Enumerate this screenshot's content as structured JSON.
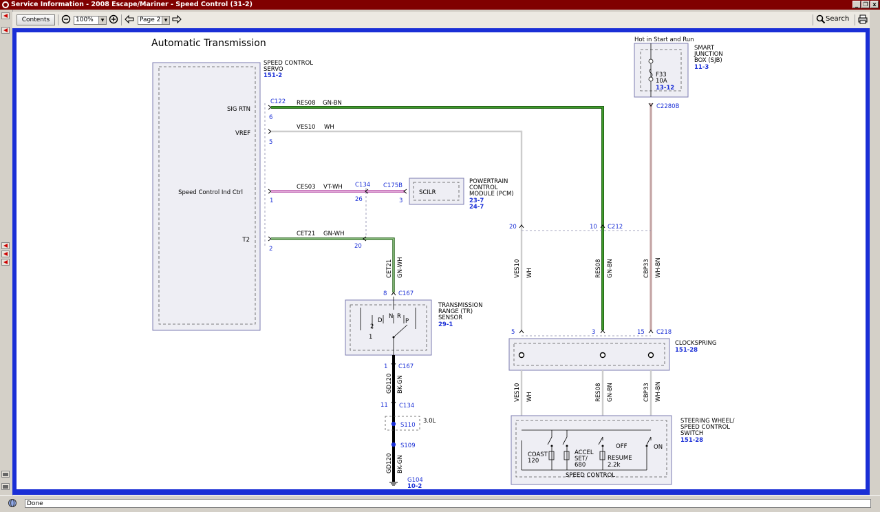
{
  "window": {
    "title": "Service Information - 2008 Escape/Mariner - Speed Control (31-2)",
    "min_label": "_",
    "restore_label": "❐",
    "close_label": "x"
  },
  "toolbar": {
    "contents_label": "Contents",
    "zoom_value": "100%",
    "page_value": "Page 2",
    "search_label": "Search"
  },
  "status": {
    "text": "Done"
  },
  "diagram": {
    "title": "Automatic Transmission",
    "servo": {
      "name1": "SPEED CONTROL",
      "name2": "SERVO",
      "ref": "151-2"
    },
    "pins": {
      "sig_rtn": "SIG RTN",
      "vref": "VREF",
      "ind_ctrl": "Speed Control Ind Ctrl",
      "t2": "T2"
    },
    "c122": "C122",
    "pin6": "6",
    "pin5": "5",
    "pin1": "1",
    "pin2": "2",
    "res08_wire": "RES08",
    "gnbn": "GN-BN",
    "ves10_wire": "VES10",
    "wh": "WH",
    "ces03": "CES03",
    "vtwh": "VT-WH",
    "c134_top": "C134",
    "p26": "26",
    "c175b": "C175B",
    "p3": "3",
    "scilr": "SCILR",
    "pcm": {
      "l1": "POWERTRAIN",
      "l2": "CONTROL",
      "l3": "MODULE (PCM)",
      "r1": "23-7",
      "r2": "24-7"
    },
    "cet21": "CET21",
    "gnwh": "GN-WH",
    "p20": "20",
    "c167_top": "C167",
    "p8": "8",
    "tr": {
      "l1": "TRANSMISSION",
      "l2": "RANGE (TR)",
      "l3": "SENSOR",
      "ref": "29-1"
    },
    "tr_pos": {
      "d": "D",
      "n": "N",
      "r": "R",
      "p": "P",
      "two": "2",
      "one": "1"
    },
    "c167_bot": "C167",
    "p1b": "1",
    "gd120": "GD120",
    "bkgn": "BK-GN",
    "c134_bot": "C134",
    "p11": "11",
    "s110": "S110",
    "s110_note": "3.0L",
    "s109": "S109",
    "g104": "G104",
    "g104_ref": "10-2",
    "hot": "Hot in Start and Run",
    "sjb": {
      "l1": "SMART",
      "l2": "JUNCTION",
      "l3": "BOX (SJB)",
      "ref": "11-3"
    },
    "fuse": {
      "name": "F33",
      "rating": "10A",
      "ref": "13-12"
    },
    "c2280b": "C2280B",
    "c212": "C212",
    "p20r": "20",
    "p10": "10",
    "ves10": "VES10",
    "res08": "RES08",
    "cbp33": "CBP33",
    "whbn": "WH-BN",
    "c218": "C218",
    "p5r": "5",
    "p3r": "3",
    "p15": "15",
    "clockspring": {
      "name": "CLOCKSPRING",
      "ref": "151-28"
    },
    "sw": {
      "l1": "STEERING WHEEL/",
      "l2": "SPEED CONTROL",
      "l3": "SWITCH",
      "ref": "151-28"
    },
    "coast": "COAST",
    "coast_r": "120",
    "accel": "ACCEL",
    "set": "SET/",
    "accel_r": "680",
    "resume": "RESUME",
    "resume_r": "2.2k",
    "off": "OFF",
    "on": "ON",
    "speed_control": "SPEED CONTROL"
  }
}
